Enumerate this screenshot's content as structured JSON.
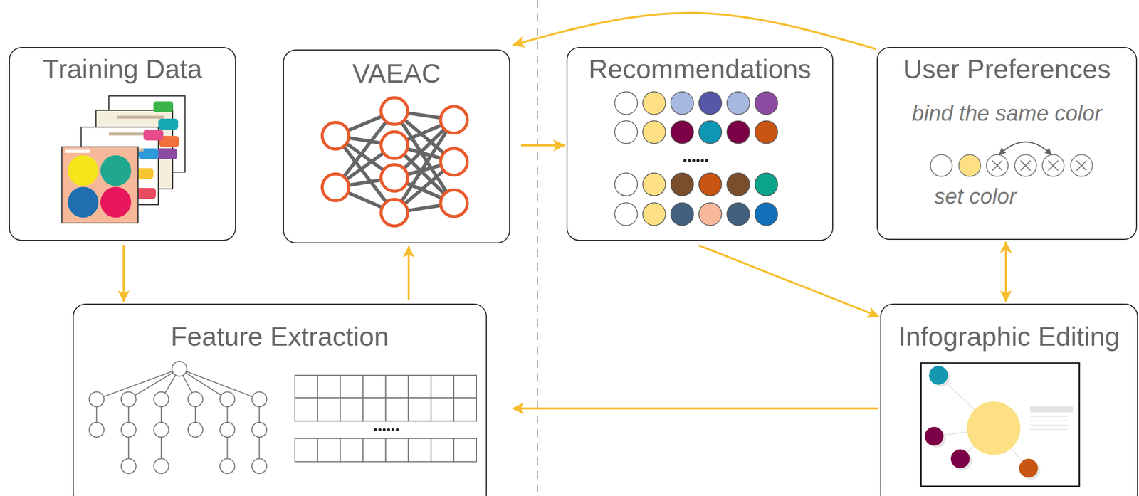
{
  "diagram": {
    "nodes": [
      {
        "text": [
          "Training Data"
        ]
      },
      {
        "text": [
          "VAEAC"
        ]
      },
      {
        "text": [
          "Recommendations"
        ]
      },
      {
        "text": [
          "User Preferences",
          "bind the same color",
          "set color"
        ]
      },
      {
        "text": [
          "Feature Extraction"
        ]
      },
      {
        "text": [
          "Infographic Editing"
        ]
      }
    ],
    "edges": [
      {
        "from": 0,
        "to": 4,
        "arrow": "to"
      },
      {
        "from": 4,
        "to": 1,
        "arrow": "to"
      },
      {
        "from": 1,
        "to": 2,
        "arrow": "to"
      },
      {
        "from": 3,
        "to": 1,
        "arrow": "to"
      },
      {
        "from": 2,
        "to": 5,
        "arrow": "to"
      },
      {
        "from": 3,
        "to": 5,
        "arrow": "both"
      },
      {
        "from": 5,
        "to": 4,
        "arrow": "to"
      }
    ]
  }
}
